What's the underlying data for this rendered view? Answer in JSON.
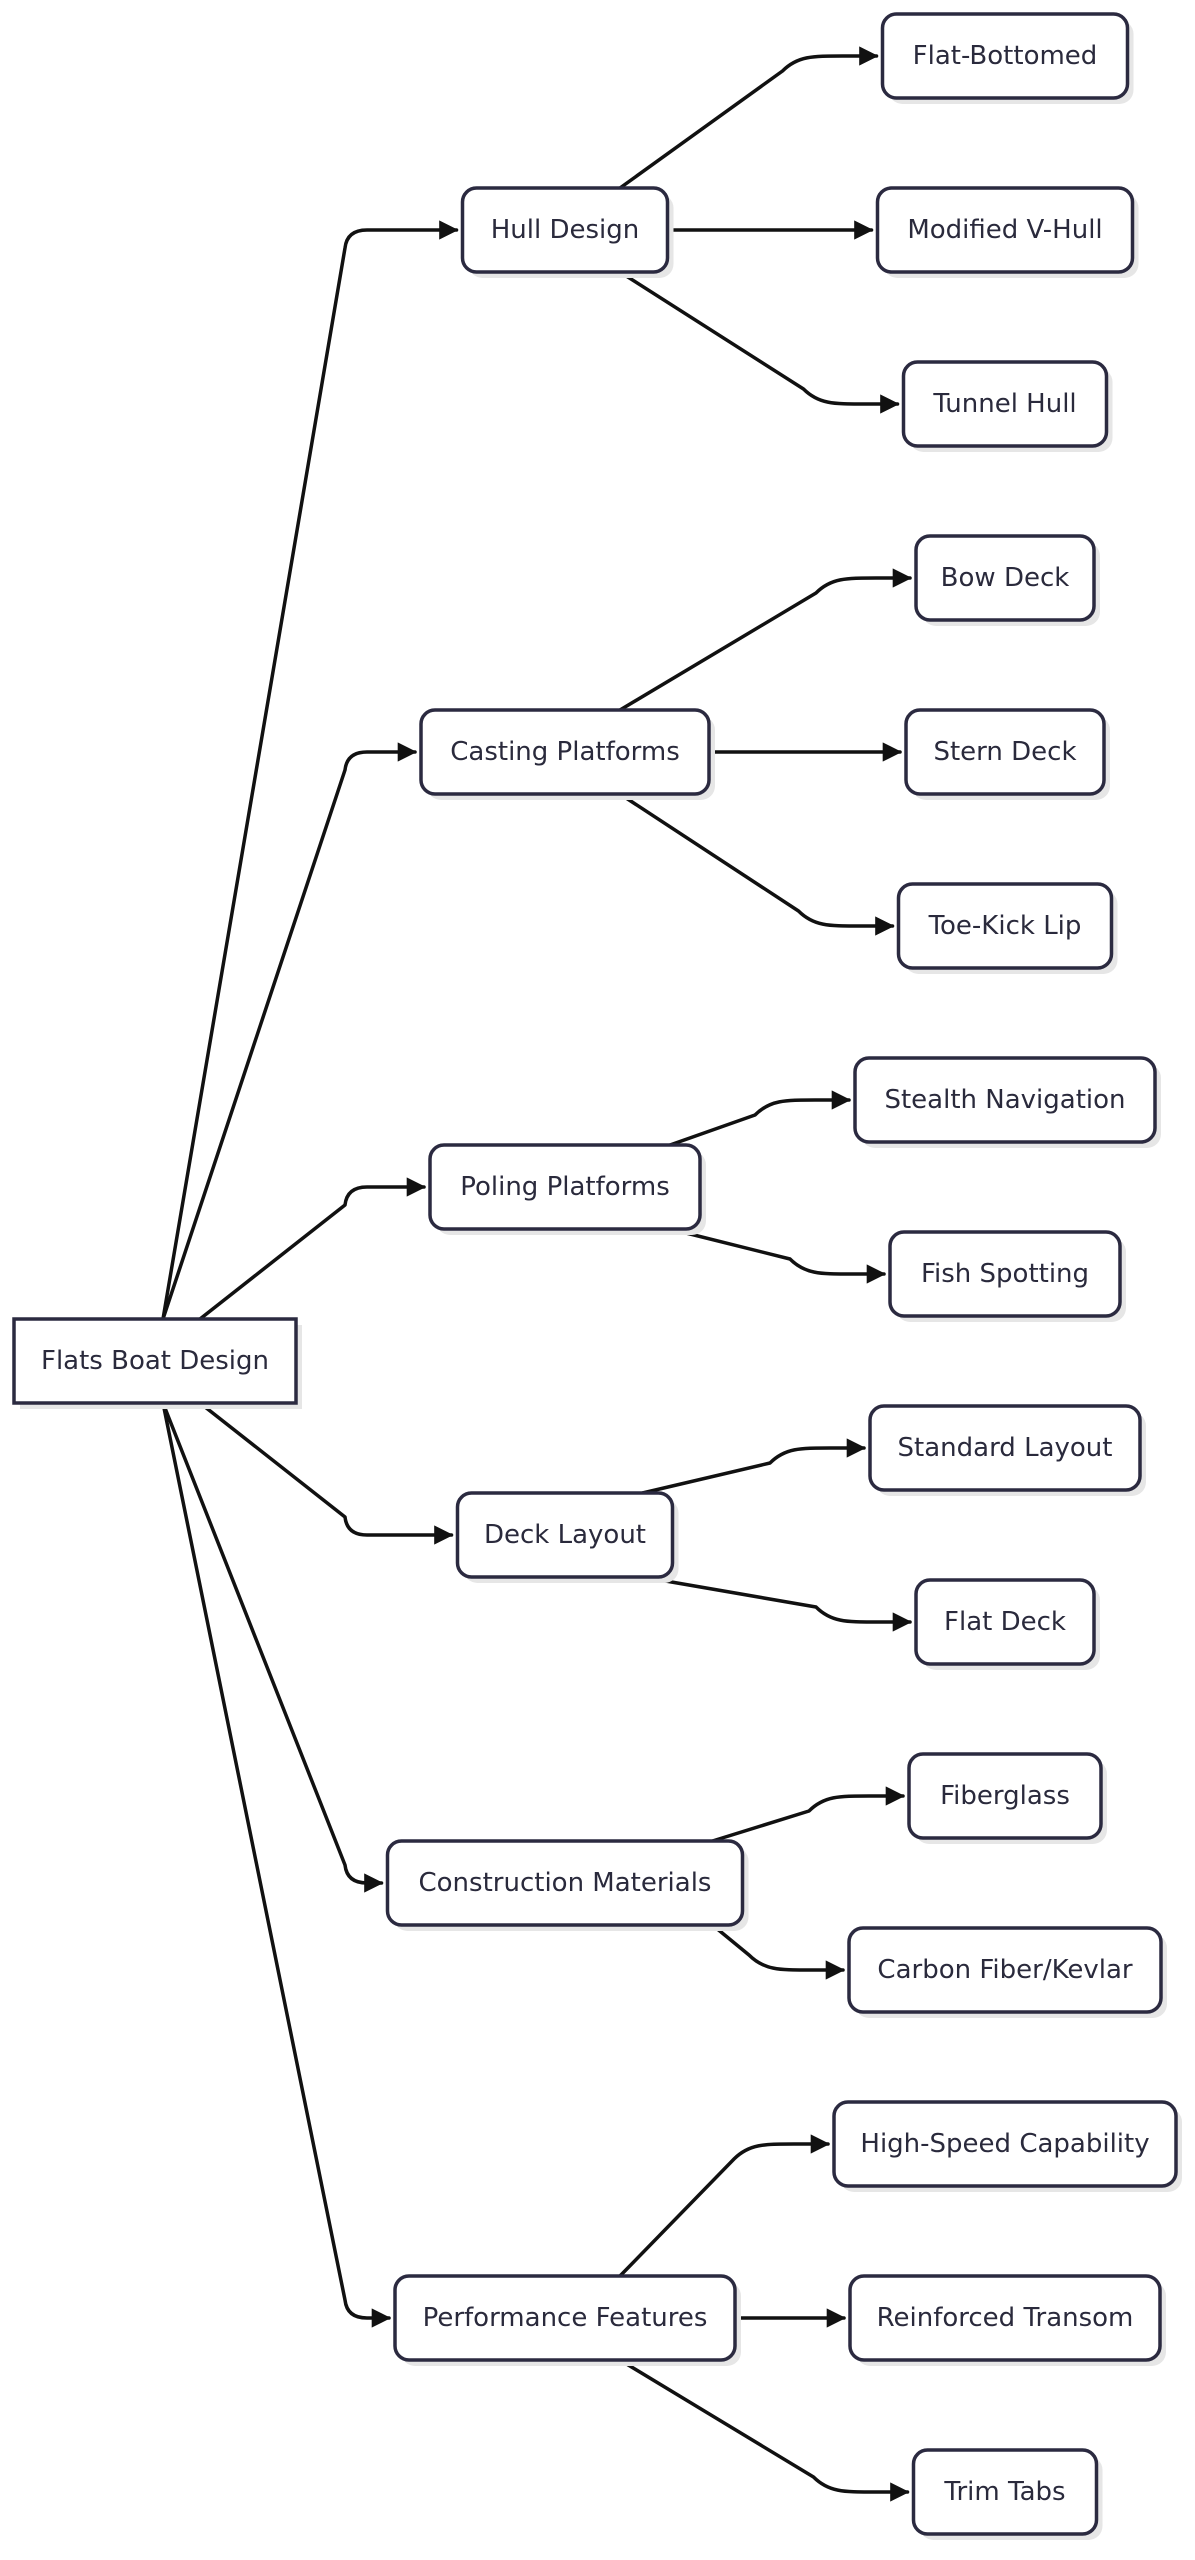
{
  "diagram": {
    "root": {
      "id": "root",
      "label": "Flats Boat Design"
    },
    "categories": [
      {
        "id": "hull",
        "label": "Hull Design",
        "children": [
          {
            "id": "hull-1",
            "label": "Flat-Bottomed"
          },
          {
            "id": "hull-2",
            "label": "Modified V-Hull"
          },
          {
            "id": "hull-3",
            "label": "Tunnel Hull"
          }
        ]
      },
      {
        "id": "casting",
        "label": "Casting Platforms",
        "children": [
          {
            "id": "casting-1",
            "label": "Bow Deck"
          },
          {
            "id": "casting-2",
            "label": "Stern Deck"
          },
          {
            "id": "casting-3",
            "label": "Toe-Kick Lip"
          }
        ]
      },
      {
        "id": "poling",
        "label": "Poling Platforms",
        "children": [
          {
            "id": "poling-1",
            "label": "Stealth Navigation"
          },
          {
            "id": "poling-2",
            "label": "Fish Spotting"
          }
        ]
      },
      {
        "id": "deck",
        "label": "Deck Layout",
        "children": [
          {
            "id": "deck-1",
            "label": "Standard Layout"
          },
          {
            "id": "deck-2",
            "label": "Flat Deck"
          }
        ]
      },
      {
        "id": "materials",
        "label": "Construction Materials",
        "children": [
          {
            "id": "materials-1",
            "label": "Fiberglass"
          },
          {
            "id": "materials-2",
            "label": "Carbon Fiber/Kevlar"
          }
        ]
      },
      {
        "id": "performance",
        "label": "Performance Features",
        "children": [
          {
            "id": "performance-1",
            "label": "High-Speed Capability"
          },
          {
            "id": "performance-2",
            "label": "Reinforced Transom"
          },
          {
            "id": "performance-3",
            "label": "Trim Tabs"
          }
        ]
      }
    ],
    "colors": {
      "node_border": "#2b2a40",
      "node_fill": "#ffffff",
      "node_text": "#2a2a3c",
      "edge": "#111111",
      "shadow": "#e6e6e6"
    }
  }
}
